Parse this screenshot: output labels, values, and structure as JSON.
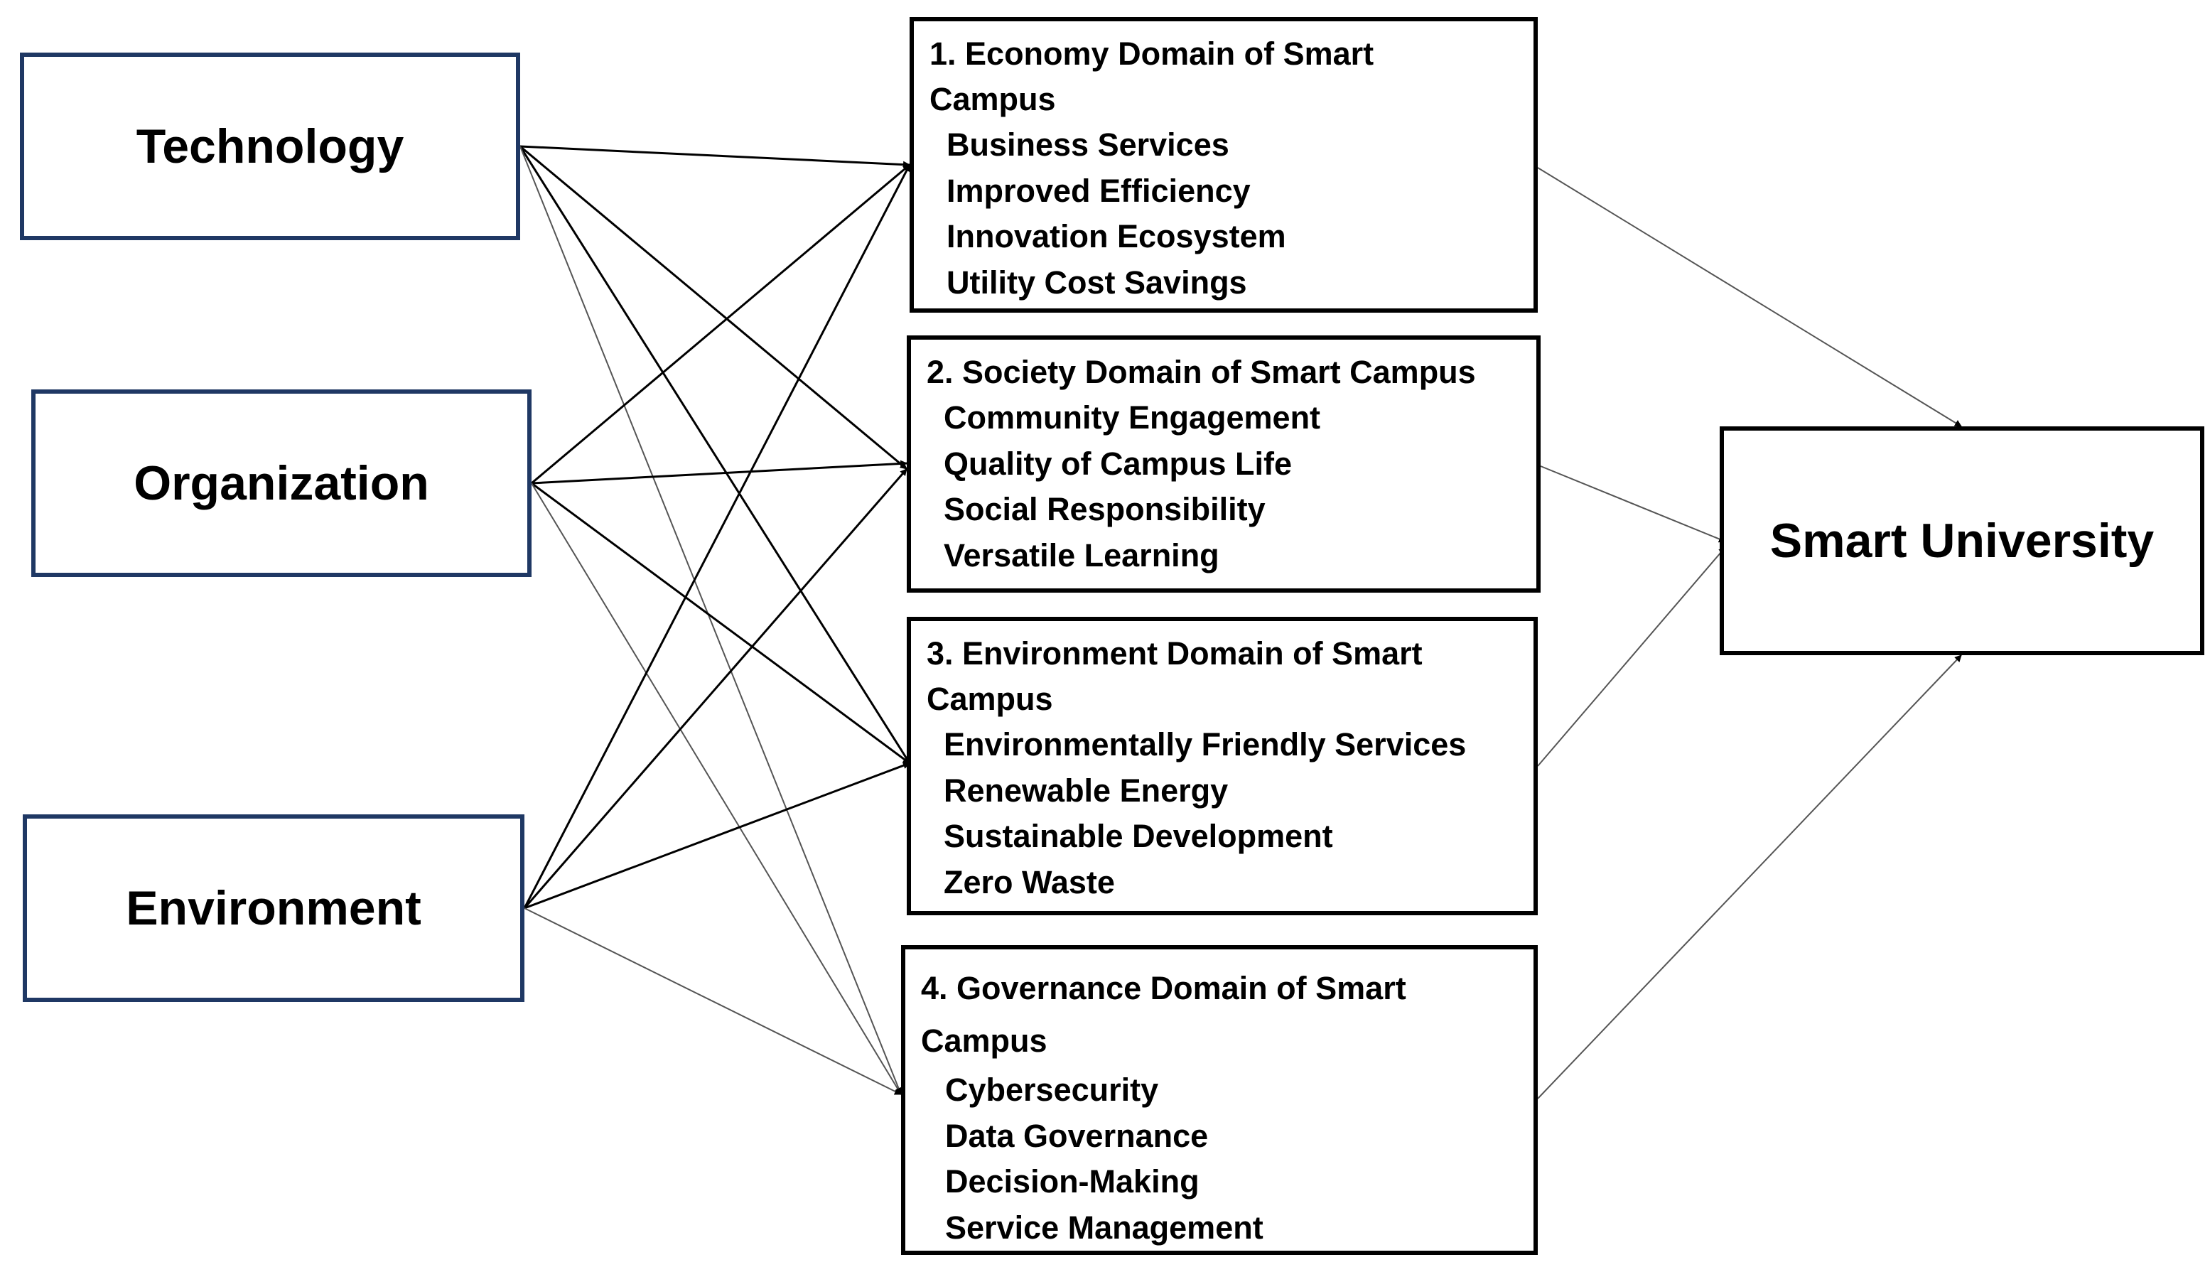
{
  "factors": [
    {
      "label": "Technology"
    },
    {
      "label": "Organization"
    },
    {
      "label": "Environment"
    }
  ],
  "domains": [
    {
      "title": "1. Economy Domain of Smart Campus",
      "items": [
        "Business Services",
        "Improved Efficiency",
        "Innovation Ecosystem",
        "Utility Cost Savings"
      ]
    },
    {
      "title": "2. Society Domain of Smart Campus",
      "items": [
        "Community Engagement",
        "Quality of Campus Life",
        "Social Responsibility",
        "Versatile Learning"
      ]
    },
    {
      "title": "3. Environment Domain of Smart Campus",
      "items": [
        "Environmentally Friendly Services",
        "Renewable Energy",
        "Sustainable Development",
        "Zero Waste"
      ]
    },
    {
      "title": "4. Governance Domain of Smart Campus",
      "items": [
        "Cybersecurity",
        "Data Governance",
        "Decision-Making",
        "Service Management"
      ]
    }
  ],
  "outcome": {
    "label": "Smart University"
  },
  "colors": {
    "factor_border": "#1f3864",
    "domain_border": "#000000",
    "arrow": "#000000"
  }
}
